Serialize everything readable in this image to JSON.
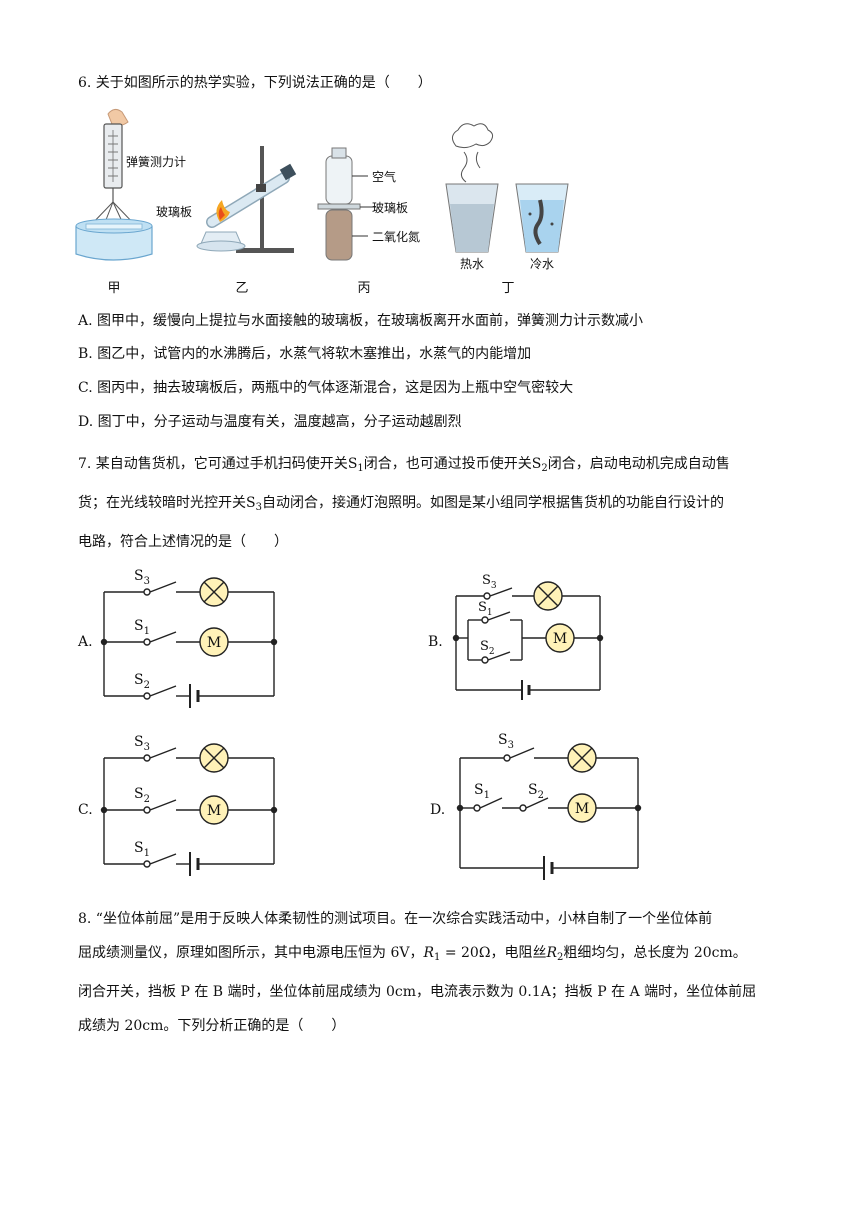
{
  "q6": {
    "stem": "6. 关于如图所示的热学实验，下列说法正确的是（　　）",
    "fig_labels": {
      "spring_scale": "弹簧测力计",
      "glass_plate_jia": "玻璃板",
      "air": "空气",
      "glass_plate_bing": "玻璃板",
      "no2": "二氧化氮",
      "hot_water": "热水",
      "cold_water": "冷水"
    },
    "captions": [
      "甲",
      "乙",
      "丙",
      "丁"
    ],
    "options": [
      "A. 图甲中，缓慢向上提拉与水面接触的玻璃板，在玻璃板离开水面前，弹簧测力计示数减小",
      "B. 图乙中，试管内的水沸腾后，水蒸气将软木塞推出，水蒸气的内能增加",
      "C. 图丙中，抽去玻璃板后，两瓶中的气体逐渐混合，这是因为上瓶中空气密较大",
      "D. 图丁中，分子运动与温度有关，温度越高，分子运动越剧烈"
    ]
  },
  "q7": {
    "line1_a": "7. 某自动售货机，它可通过手机扫码使开关",
    "line1_b": "闭合，也可通过投币使开关",
    "line1_c": "闭合，启动电动机完成自动售",
    "line2_a": "货；在光线较暗时光控开关",
    "line2_b": "自动闭合，接通灯泡照明。如图是某小组同学根据售货机的功能自行设计的",
    "line3": "电路，符合上述情况的是（　　）",
    "s_letter": "S",
    "sub1": "1",
    "sub2": "2",
    "sub3": "3",
    "motor": "M",
    "option_labels": [
      "A.",
      "B.",
      "C.",
      "D."
    ]
  },
  "q8": {
    "line1": "8. “坐位体前屈”是用于反映人体柔韧性的测试项目。在一次综合实践活动中，小林自制了一个坐位体前",
    "line2_a": "屈成绩测量仪，原理如图所示，其中电源电压恒为 6V，",
    "r1": "R",
    "r1_sub": "1",
    "r1_value": " = 20Ω",
    "line2_b": "，电阻丝",
    "r2": "R",
    "r2_sub": "2",
    "line2_c": "粗细均匀，总长度为 20cm。",
    "line3": "闭合开关，挡板 P 在 B 端时，坐位体前屈成绩为 0cm，电流表示数为 0.1A；挡板 P 在 A 端时，坐位体前屈",
    "line4": "成绩为 20cm。下列分析正确的是（　　）"
  }
}
